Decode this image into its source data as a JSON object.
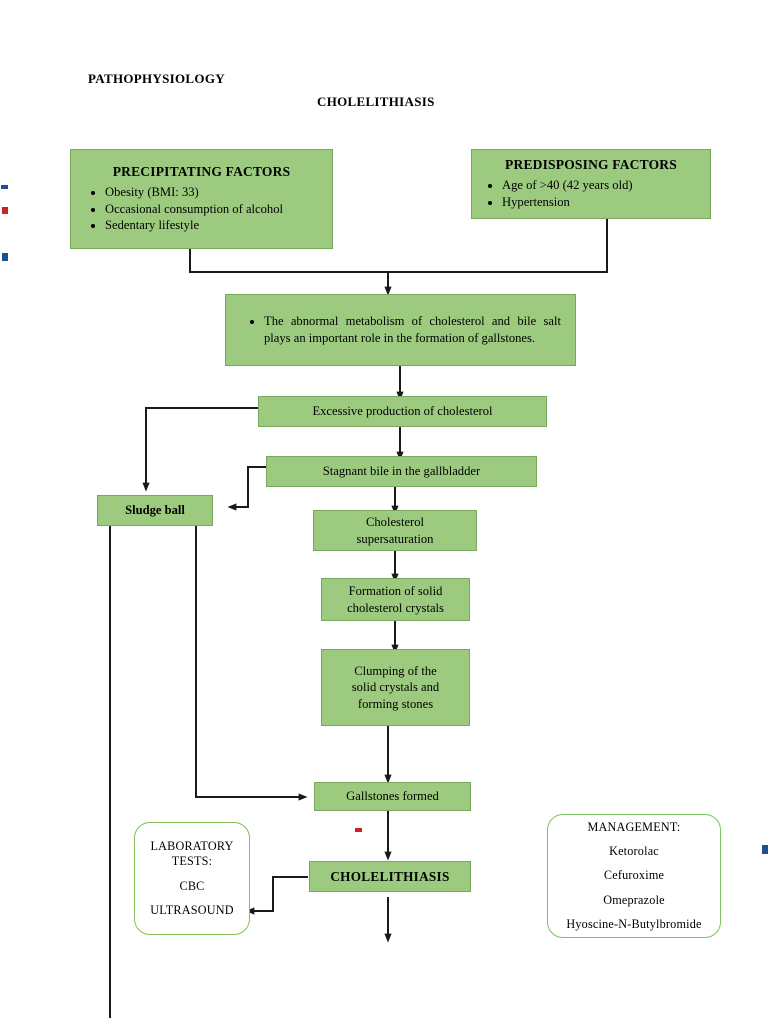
{
  "page": {
    "heading_left": "PATHOPHYSIOLOGY",
    "heading_center": "CHOLELITHIASIS",
    "box_fill": "#9ccb7f",
    "box_border": "#7aa85f",
    "rounded_border": "#7ec25c",
    "connector_color": "#1a1a1a"
  },
  "precipitating": {
    "title": "PRECIPITATING FACTORS",
    "items": [
      "Obesity (BMI: 33)",
      "Occasional consumption of alcohol",
      "Sedentary lifestyle"
    ]
  },
  "predisposing": {
    "title": "PREDISPOSING FACTORS",
    "items": [
      "Age of  >40 (42 years old)",
      "Hypertension"
    ]
  },
  "mechanism": {
    "text": "The abnormal metabolism of cholesterol and bile salt plays an important role in the formation of gallstones."
  },
  "steps": {
    "excessive_cholesterol": "Excessive production of cholesterol",
    "stagnant_bile": "Stagnant bile in the gallbladder",
    "sludge_ball": "Sludge ball",
    "supersaturation_line1": "Cholesterol",
    "supersaturation_line2": "supersaturation",
    "crystals_line1": "Formation of solid",
    "crystals_line2": "cholesterol crystals",
    "clumping_line1": "Clumping of the",
    "clumping_line2": "solid crystals and",
    "clumping_line3": "forming stones",
    "gallstones": "Gallstones formed",
    "diagnosis": "CHOLELITHIASIS"
  },
  "laboratory": {
    "title_line1": "LABORATORY",
    "title_line2": "TESTS:",
    "tests": [
      "CBC",
      "ULTRASOUND"
    ]
  },
  "management": {
    "title": "MANAGEMENT:",
    "drugs": [
      "Ketorolac",
      "Cefuroxime",
      "Omeprazole",
      "Hyoscine-N-Butylbromide"
    ]
  }
}
